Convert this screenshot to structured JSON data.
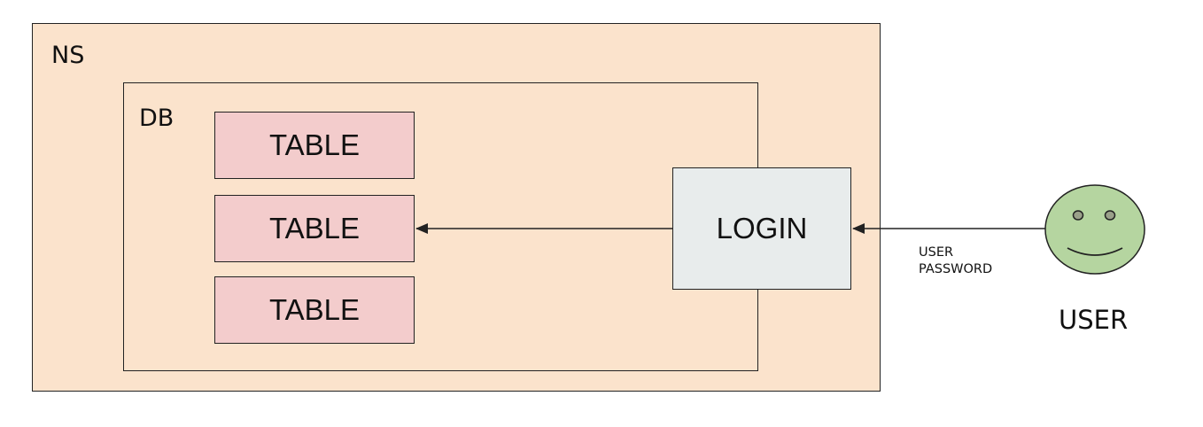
{
  "colors": {
    "ns_fill": "#fbe3cc",
    "db_fill": "#fbe3cc",
    "table_fill": "#f3cccc",
    "login_fill": "#e8ecec",
    "user_fill": "#b5d5a0",
    "stroke": "#222222"
  },
  "ns": {
    "label": "NS"
  },
  "db": {
    "label": "DB"
  },
  "tables": [
    {
      "label": "TABLE"
    },
    {
      "label": "TABLE"
    },
    {
      "label": "TABLE"
    }
  ],
  "login": {
    "label": "LOGIN"
  },
  "credentials": {
    "line1": "USER",
    "line2": "PASSWORD"
  },
  "user": {
    "label": "USER",
    "icon": "smiley-face-icon"
  }
}
